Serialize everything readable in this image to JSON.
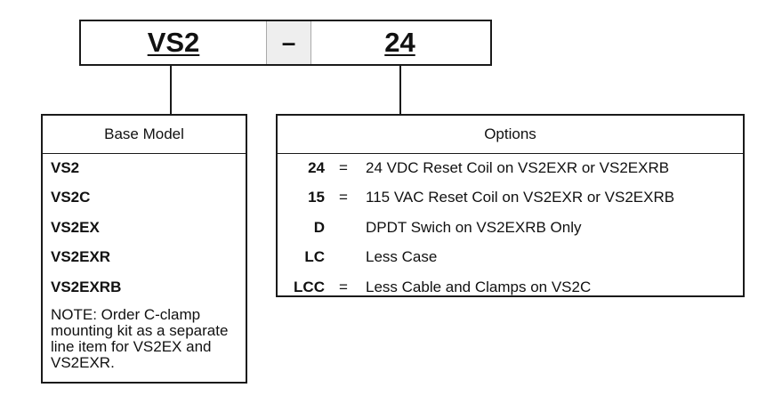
{
  "code_bar": {
    "base_code": "VS2",
    "separator": "–",
    "option_code": "24"
  },
  "base_model": {
    "title": "Base Model",
    "items": [
      "VS2",
      "VS2C",
      "VS2EX",
      "VS2EXR",
      "VS2EXRB"
    ],
    "note": "NOTE: Order C-clamp mounting kit as a separate line item for VS2EX and VS2EXR."
  },
  "options": {
    "title": "Options",
    "rows": [
      {
        "code": "24",
        "eq": "=",
        "desc": "24 VDC Reset Coil on VS2EXR or VS2EXRB"
      },
      {
        "code": "15",
        "eq": "=",
        "desc": "115 VAC Reset Coil on VS2EXR or VS2EXRB"
      },
      {
        "code": "D",
        "eq": "",
        "desc": "DPDT Swich on VS2EXRB Only"
      },
      {
        "code": "LC",
        "eq": "",
        "desc": "Less Case"
      },
      {
        "code": "LCC",
        "eq": "=",
        "desc": "Less Cable and Clamps on VS2C"
      }
    ]
  }
}
